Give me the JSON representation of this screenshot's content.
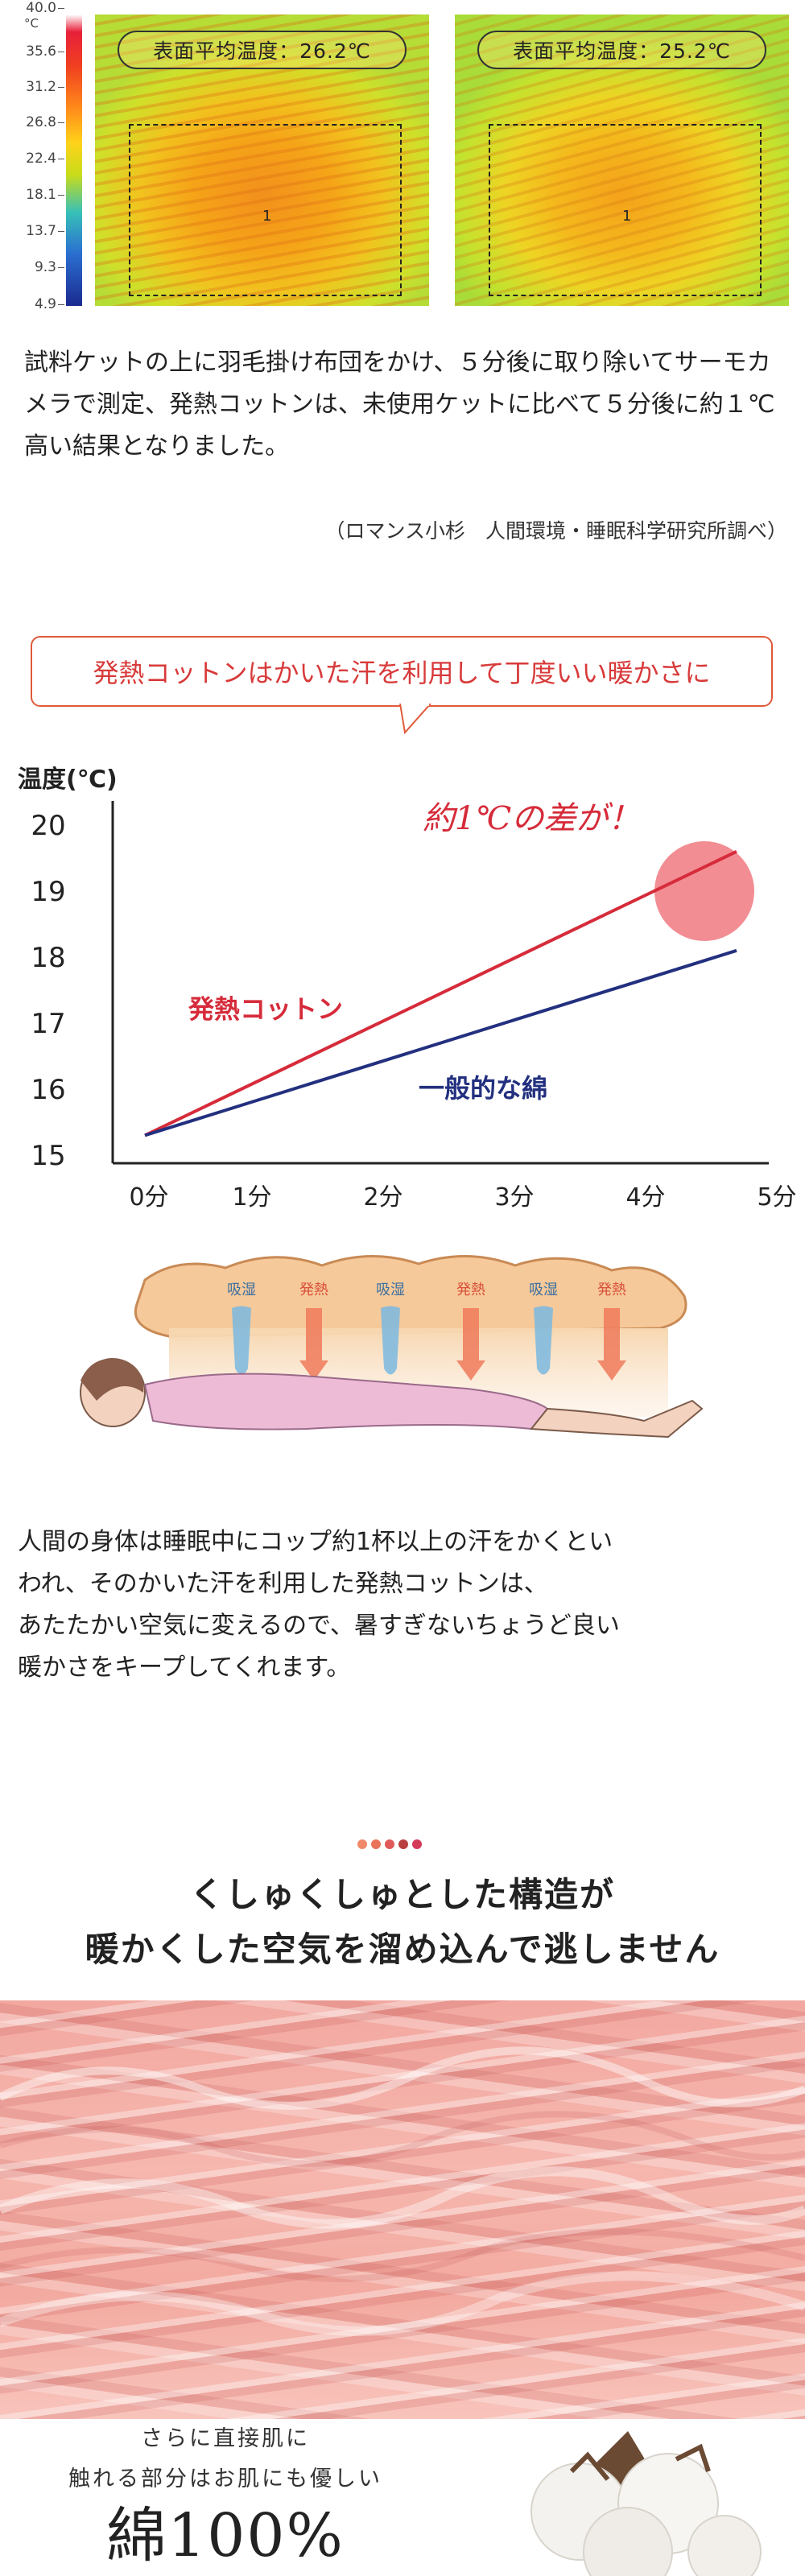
{
  "thermal": {
    "scale_unit": "°C",
    "scale_ticks": [
      "40.0",
      "35.6",
      "31.2",
      "26.8",
      "22.4",
      "18.1",
      "13.7",
      "9.3",
      "4.9"
    ],
    "left_image_label": "表面平均温度：26.2℃",
    "right_image_label": "表面平均温度：25.2℃",
    "point_marker": "1"
  },
  "caption": {
    "text": "試料ケットの上に羽毛掛け布団をかけ、５分後に取り除いてサーモカメラで測定、発熱コットンは、未使用ケットに比べて５分後に約１℃高い結果となりました。",
    "source": "（ロマンス小杉　人間環境・睡眠科学研究所調べ）"
  },
  "callout": {
    "text": "発熱コットンはかいた汗を利用して丁度いい暖かさに"
  },
  "chart_data": {
    "type": "line",
    "ylabel": "温度(℃)",
    "ylim": [
      15,
      20
    ],
    "yticks": [
      "20",
      "19",
      "18",
      "17",
      "16",
      "15"
    ],
    "xticks": [
      "0分",
      "1分",
      "2分",
      "3分",
      "4分",
      "5分"
    ],
    "x": [
      0,
      5
    ],
    "series": [
      {
        "name": "発熱コットン",
        "color": "#d62b3a",
        "values": [
          15.3,
          19.6
        ]
      },
      {
        "name": "一般的な綿",
        "color": "#23307f",
        "values": [
          15.3,
          18.1
        ]
      }
    ],
    "annotation": "約1℃の差が！"
  },
  "illustration": {
    "labels": [
      "吸湿",
      "発熱",
      "吸湿",
      "発熱",
      "吸湿",
      "発熱"
    ]
  },
  "explanation": {
    "lines": [
      "人間の身体は睡眠中にコップ約1杯以上の汗をかくとい",
      "われ、そのかいた汗を利用した発熱コットンは、",
      "あたたかい空気に変えるので、暑すぎないちょうど良い",
      "暖かさをキープしてくれます。"
    ]
  },
  "dots_colors": [
    "#f08a6a",
    "#e9745a",
    "#e05a5a",
    "#b8403f",
    "#d43a5a"
  ],
  "section2": {
    "heading_line1": "くしゅくしゅとした構造が",
    "heading_line2": "暖かくした空気を溜め込んで逃しません"
  },
  "cotton": {
    "line1": "さらに直接肌に",
    "line2": "触れる部分はお肌にも優しい",
    "big": "綿100%"
  }
}
